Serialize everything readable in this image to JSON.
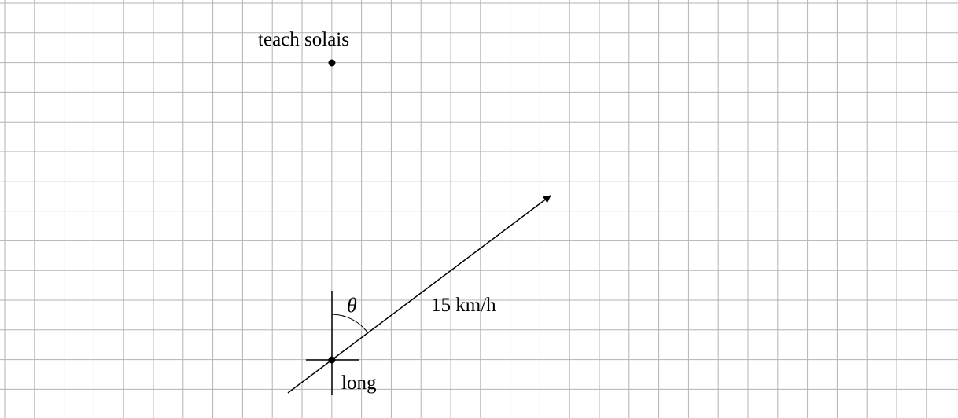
{
  "labels": {
    "lighthouse": "teach solais",
    "ship": "long",
    "speed": "15 km/h",
    "angle": "θ"
  },
  "colors": {
    "grid": "#b3b3b3",
    "ink": "#000000",
    "background": "#ffffff"
  }
}
